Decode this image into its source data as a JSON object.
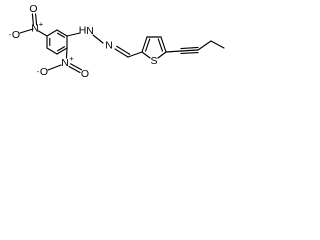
{
  "molecule": {
    "atoms": {
      "nitro_1_o_minus": {
        "element": "O",
        "charge": "-"
      },
      "nitro_1_n_plus": {
        "element": "N",
        "charge": "+"
      },
      "nitro_1_o_top": {
        "element": "O"
      },
      "nitro_2_n_plus": {
        "element": "N",
        "charge": "+"
      },
      "nitro_2_o_minus": {
        "element": "O",
        "charge": "-"
      },
      "nitro_2_o_right": {
        "element": "O"
      },
      "hydrazone_n_h": {
        "element": "N",
        "hydrogen": "H"
      },
      "hydrazone_n": {
        "element": "N"
      },
      "thiophene_s": {
        "element": "S"
      }
    }
  },
  "colors": {
    "bond": "#000000",
    "label": "#000000",
    "background": "#ffffff"
  }
}
